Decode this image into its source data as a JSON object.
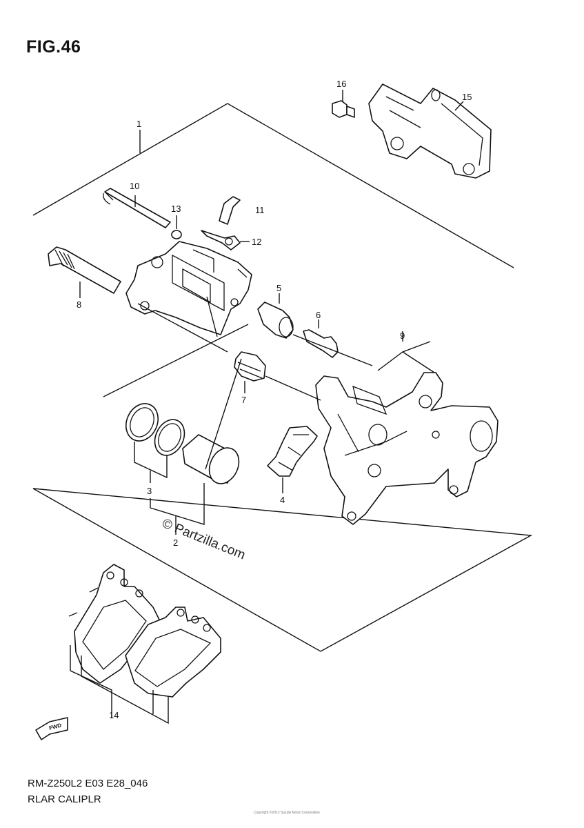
{
  "header": {
    "figure_title": "FIG.46"
  },
  "footer": {
    "model_code": "RM-Z250L2 E03 E28_046",
    "part_name": "RLAR CALIPLR",
    "fine_print": "Copyright ©2012 Suzuki Motor Corporation"
  },
  "watermark": "© Partzilla.com",
  "fwd_label": "FWD",
  "callouts": [
    {
      "id": "1",
      "label": "1"
    },
    {
      "id": "2",
      "label": "2"
    },
    {
      "id": "3",
      "label": "3"
    },
    {
      "id": "4",
      "label": "4"
    },
    {
      "id": "5",
      "label": "5"
    },
    {
      "id": "6",
      "label": "6"
    },
    {
      "id": "7",
      "label": "7"
    },
    {
      "id": "8",
      "label": "8"
    },
    {
      "id": "9",
      "label": "9"
    },
    {
      "id": "10",
      "label": "10"
    },
    {
      "id": "11",
      "label": "11"
    },
    {
      "id": "12",
      "label": "12"
    },
    {
      "id": "13",
      "label": "13"
    },
    {
      "id": "14",
      "label": "14"
    },
    {
      "id": "15",
      "label": "15"
    },
    {
      "id": "16",
      "label": "16"
    }
  ]
}
